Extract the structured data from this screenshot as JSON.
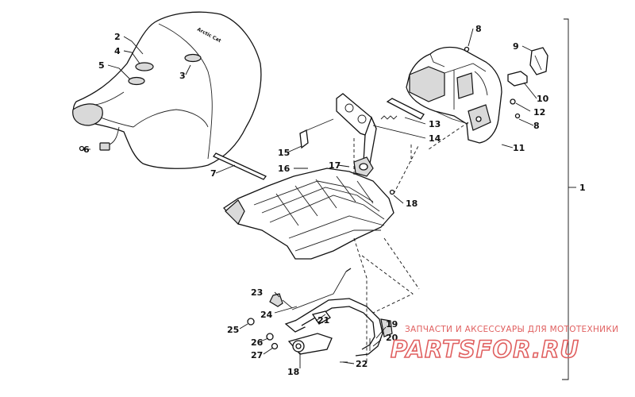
{
  "seat_brand_text": "Arctic Cat",
  "watermark": {
    "subtitle": "ЗАПЧАСТИ И АКСЕССУАРЫ ДЛЯ МОТОТЕХНИКИ",
    "logo": "PARTSFOR.RU",
    "color": "#e06060"
  },
  "callouts": {
    "c1": "1",
    "c2": "2",
    "c3": "3",
    "c4": "4",
    "c5": "5",
    "c6": "6",
    "c7": "7",
    "c8a": "8",
    "c8b": "8",
    "c9": "9",
    "c10": "10",
    "c11": "11",
    "c12": "12",
    "c13": "13",
    "c14": "14",
    "c15": "15",
    "c16": "16",
    "c17": "17",
    "c18a": "18",
    "c18b": "18",
    "c19": "19",
    "c20": "20",
    "c21": "21",
    "c22": "22",
    "c23": "23",
    "c24": "24",
    "c25": "25",
    "c26": "26",
    "c27": "27"
  }
}
